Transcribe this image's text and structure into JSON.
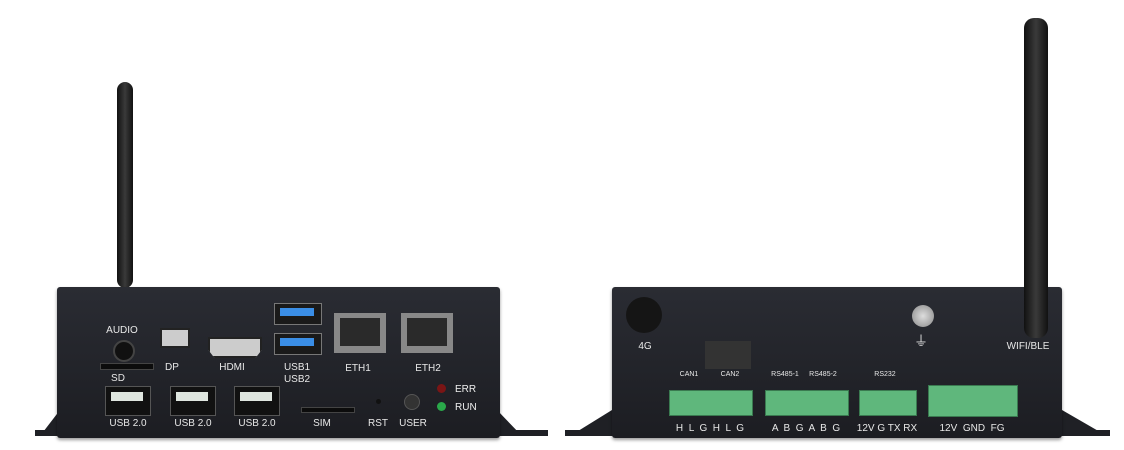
{
  "front": {
    "audio": "AUDIO",
    "dp": "DP",
    "hdmi": "HDMI",
    "usb1": "USB1",
    "usb2": "USB2",
    "eth1": "ETH1",
    "eth2": "ETH2",
    "sd": "SD",
    "usb20": [
      "USB  2.0",
      "USB  2.0",
      "USB  2.0"
    ],
    "sim": "SIM",
    "rst": "RST",
    "user": "USER",
    "err": "ERR",
    "run": "RUN"
  },
  "back": {
    "g4": "4G",
    "wifi": "WIFI/BLE",
    "can1": "CAN1",
    "can2": "CAN2",
    "rs485_1": "RS485-1",
    "rs485_2": "RS485-2",
    "rs232": "RS232",
    "can_pins": "H  L  G  H  L  G",
    "rs485_pins": "A  B  G  A  B  G",
    "rs232_pins": "12V G TX RX",
    "power_pins": "12V  GND  FG"
  },
  "colors": {
    "body": "#1e1f24",
    "terminal": "#5fb77c",
    "usb3": "#3a8ee6"
  }
}
